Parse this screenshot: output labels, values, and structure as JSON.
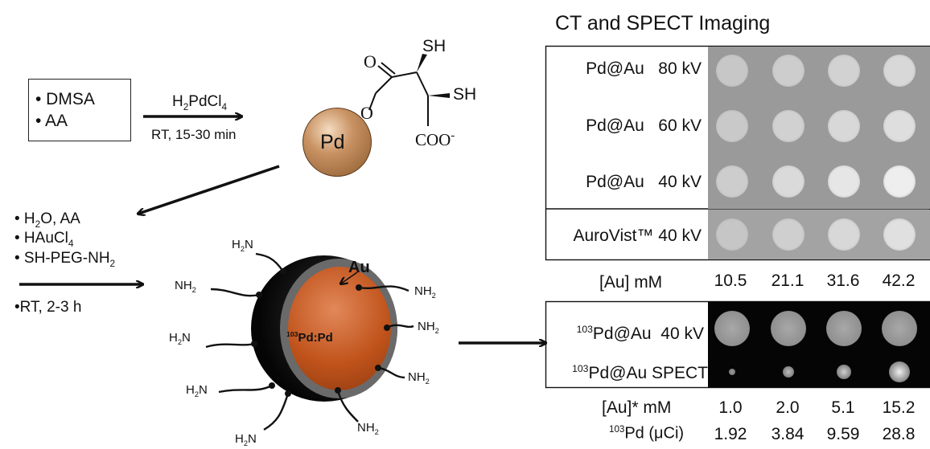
{
  "synthesis": {
    "reactants": [
      "• DMSA",
      "• AA"
    ],
    "step1_reagent": "H2PdCl4",
    "step1_conditions": "RT, 15-30 min",
    "core_label": "Pd",
    "ligand": {
      "sh1": "SH",
      "sh2": "SH",
      "o_carbonyl": "O",
      "o_ester": "O",
      "carboxylate": "COO",
      "charge": "-"
    },
    "step2_reagents": [
      "• H2O, AA",
      "• HAuCl4",
      "• SH-PEG-NH2"
    ],
    "step2_conditions": "•RT, 2-3 h",
    "shell_label": "Au",
    "core_shell_label": "103Pd:Pd",
    "amine_labels": [
      "H2N",
      "NH2",
      "H2N",
      "H2N",
      "NH2",
      "NH2",
      "NH2",
      "NH2",
      "H2N"
    ]
  },
  "imaging": {
    "title": "CT and SPECT Imaging",
    "ct_rows": [
      {
        "sample": "Pd@Au",
        "voltage": "80 kV"
      },
      {
        "sample": "Pd@Au",
        "voltage": "60 kV"
      },
      {
        "sample": "Pd@Au",
        "voltage": "40 kV"
      },
      {
        "sample": "AuroVist™",
        "voltage": "40 kV"
      }
    ],
    "au_label": "[Au] mM",
    "au_values": [
      "10.5",
      "21.1",
      "31.6",
      "42.2"
    ],
    "radio_rows": [
      {
        "isotope": "103",
        "sample": "Pd@Au",
        "mode": "40 kV"
      },
      {
        "isotope": "103",
        "sample": "Pd@Au",
        "mode": "SPECT"
      }
    ],
    "au_star_label": "[Au]* mM",
    "au_star_values": [
      "1.0",
      "2.0",
      "5.1",
      "15.2"
    ],
    "pd_label_isotope": "103",
    "pd_label": "Pd (μCi)",
    "pd_values": [
      "1.92",
      "3.84",
      "9.59",
      "28.8"
    ]
  },
  "colors": {
    "pd_core": "#b07a45",
    "au_shell": "#6a6a6a",
    "core_orange": "#c0531b",
    "ct_gray": "#9a9a9a"
  }
}
